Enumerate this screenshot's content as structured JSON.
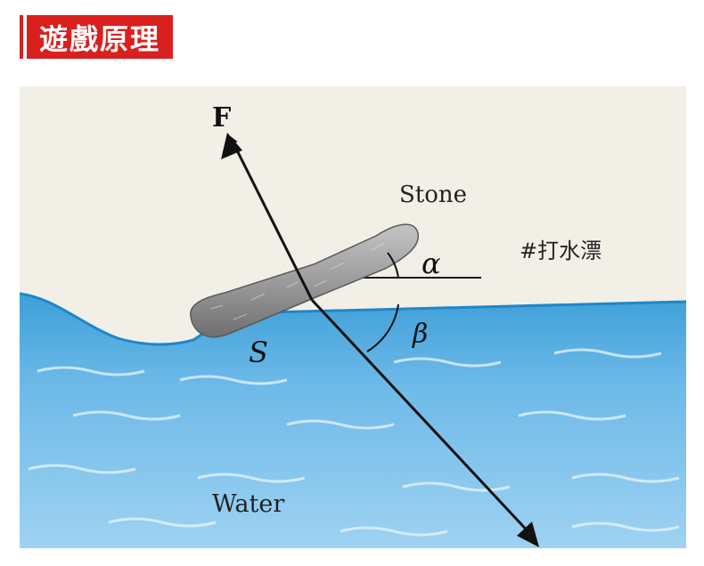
{
  "header": {
    "title": "遊戲原理"
  },
  "diagram": {
    "force_label": "F",
    "stone_label": "Stone",
    "alpha_label": "α",
    "beta_label": "β",
    "s_label": "S",
    "water_label": "Water",
    "hashtag": "#打水漂",
    "colors": {
      "accent": "#d9201f",
      "sky": "#f2efe6",
      "water_top": "#46a6dc",
      "water_deep": "#86c6ee",
      "stone": "#9a9a9a",
      "arrow": "#111111"
    }
  }
}
